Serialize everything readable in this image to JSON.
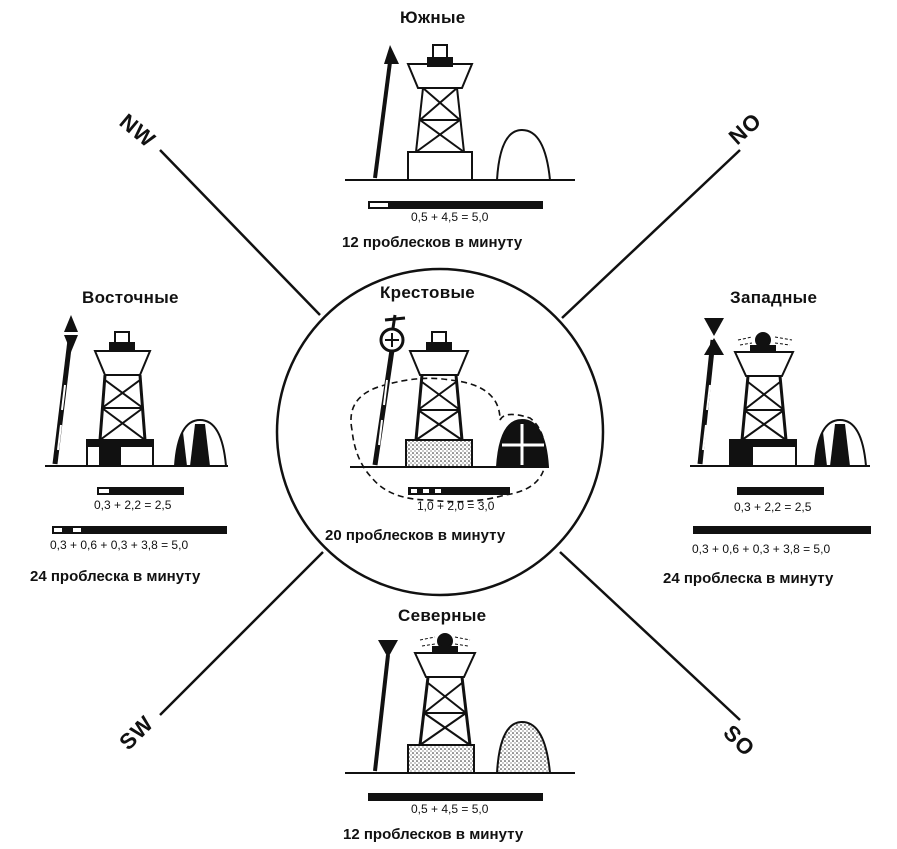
{
  "directions": {
    "nw": "NW",
    "no": "NO",
    "sw": "SW",
    "so": "SO"
  },
  "south": {
    "title": "Южные",
    "formula": "0,5 + 4,5 = 5,0",
    "flashes": "12 проблесков в минуту"
  },
  "east": {
    "title": "Восточные",
    "formula_1": "0,3 + 2,2 = 2,5",
    "formula_2": "0,3 + 0,6 + 0,3 + 3,8 = 5,0",
    "flashes": "24 проблеска в минуту"
  },
  "cross": {
    "title": "Крестовые",
    "formula": "1,0 + 2,0 = 3,0",
    "flashes": "20 проблесков в минуту"
  },
  "west": {
    "title": "Западные",
    "formula_1": "0,3 + 2,2 = 2,5",
    "formula_2": "0,3 + 0,6 + 0,3 + 3,8 = 5,0",
    "flashes": "24 проблеска в минуту"
  },
  "north": {
    "title": "Северные",
    "formula": "0,5 + 4,5 = 5,0",
    "flashes": "12 проблесков в минуту"
  },
  "colors": {
    "ink": "#111111",
    "paper": "#ffffff"
  }
}
